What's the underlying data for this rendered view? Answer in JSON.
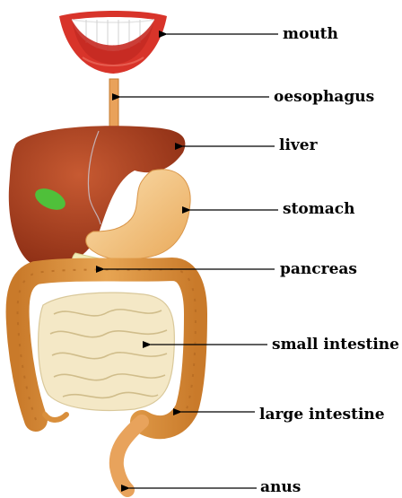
{
  "labels": {
    "mouth": "mouth",
    "oesophagus": "oesophagus",
    "liver": "liver",
    "stomach": "stomach",
    "pancreas": "pancreas",
    "small_intestine": "small intestine",
    "large_intestine": "large intestine",
    "anus": "anus"
  },
  "colors": {
    "lips": "#d8342a",
    "teeth": "#ffffff",
    "oesophagus": "#e9a25a",
    "liver": "#b3401f",
    "gallbladder": "#4fc03a",
    "stomach": "#f3c27e",
    "pancreas": "#f0ecb8",
    "small_intestine": "#f4e8c6",
    "large_intestine": "#d98f3c",
    "rectum": "#e8a35c",
    "pointer": "#000000"
  }
}
